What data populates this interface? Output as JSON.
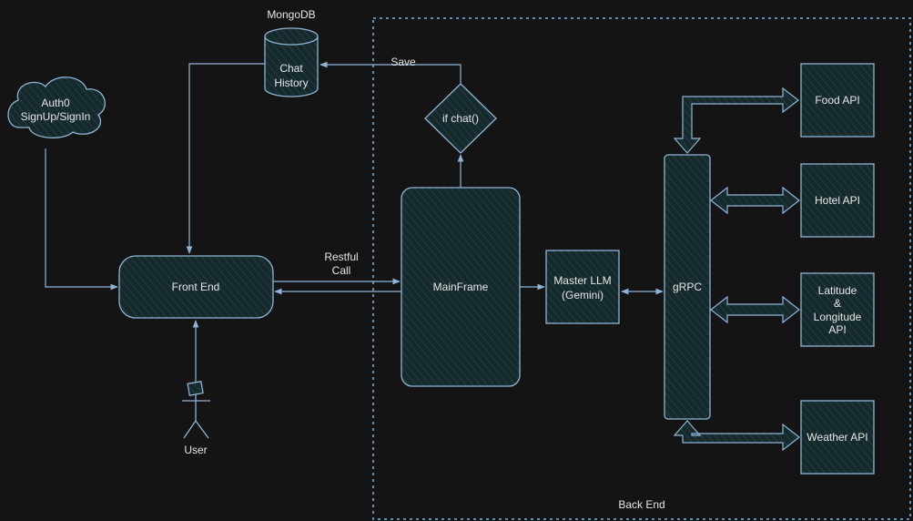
{
  "colors": {
    "background": "#141414",
    "stroke": "#8fb5d6",
    "fill": "#16292c",
    "text": "#e6e6e6",
    "backend_border": "#5b8fb6"
  },
  "nodes": {
    "auth": {
      "line1": "Auth0",
      "line2": "SignUp/SignIn"
    },
    "mongodb_label": "MongoDB",
    "chat_history": {
      "line1": "Chat",
      "line2": "History"
    },
    "if_chat": "if chat()",
    "front_end": "Front End",
    "user": "User",
    "mainframe": "MainFrame",
    "master_llm": {
      "line1": "Master LLM",
      "line2": "(Gemini)"
    },
    "grpc": "gRPC",
    "food_api": "Food API",
    "hotel_api": "Hotel API",
    "latlong_api": {
      "line1": "Latitude",
      "line2": "&",
      "line3": "Longitude",
      "line4": "API"
    },
    "weather_api": "Weather API"
  },
  "edges": {
    "save_label": "Save",
    "restful_line1": "Restful",
    "restful_line2": "Call"
  },
  "backend_label": "Back End"
}
